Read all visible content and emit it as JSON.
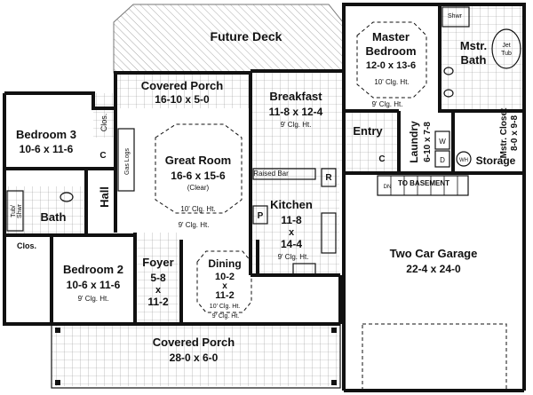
{
  "rooms": {
    "future_deck": {
      "name": "Future Deck"
    },
    "master_bedroom": {
      "name1": "Master",
      "name2": "Bedroom",
      "dims": "12-0 x 13-6",
      "clg": "10' Clg. Ht."
    },
    "master_bath": {
      "name1": "Mstr.",
      "name2": "Bath",
      "fixture_shower": "Shwr",
      "fixture_tub1": "Jet",
      "fixture_tub2": "Tub"
    },
    "master_closet": {
      "name": "Mstr. Closet",
      "dims": "8-0 x 9-8"
    },
    "covered_porch_rear": {
      "name": "Covered Porch",
      "dims": "16-10 x 5-0"
    },
    "breakfast": {
      "name": "Breakfast",
      "dims": "11-8 x 12-4",
      "clg": "9' Clg. Ht."
    },
    "bedroom3": {
      "name": "Bedroom 3",
      "dims": "10-6 x 11-6"
    },
    "great_room": {
      "name": "Great Room",
      "dims": "16-6 x 15-6",
      "note": "(Clear)",
      "clg": "10' Clg. Ht.",
      "clg2": "9' Clg. Ht.",
      "gas_logs": "Gas Logs"
    },
    "entry": {
      "name": "Entry"
    },
    "laundry": {
      "name": "Laundry",
      "dims": "6-10 x 7-8",
      "w": "W",
      "d": "D"
    },
    "storage": {
      "name": "Storage",
      "wh": "WH"
    },
    "kitchen": {
      "name": "Kitchen",
      "d1": "11-8",
      "x": "x",
      "d2": "14-4",
      "clg": "9' Clg. Ht.",
      "raised_bar": "Raised Bar",
      "p": "P",
      "r": "R"
    },
    "hall": {
      "name": "Hall"
    },
    "bath": {
      "name": "Bath",
      "tub1": "Tub/",
      "tub2": "Shwr"
    },
    "bedroom2": {
      "name": "Bedroom 2",
      "dims": "10-6 x 11-6",
      "clg": "9' Clg. Ht."
    },
    "foyer": {
      "name": "Foyer",
      "d1": "5-8",
      "x": "x",
      "d2": "11-2"
    },
    "dining": {
      "name": "Dining",
      "d1": "10-2",
      "x": "x",
      "d2": "11-2",
      "clg": "10' Clg. Ht.",
      "clg2": "9' Clg. Ht."
    },
    "garage": {
      "name": "Two Car Garage",
      "dims": "22-4 x 24-0"
    },
    "covered_porch_front": {
      "name": "Covered Porch",
      "dims": "28-0 x 6-0"
    },
    "to_basement": {
      "name": "TO BASEMENT",
      "dn": "DN"
    }
  },
  "labels": {
    "clos": "Clos.",
    "c": "C",
    "mstr_clg": "9' Clg. Ht."
  }
}
